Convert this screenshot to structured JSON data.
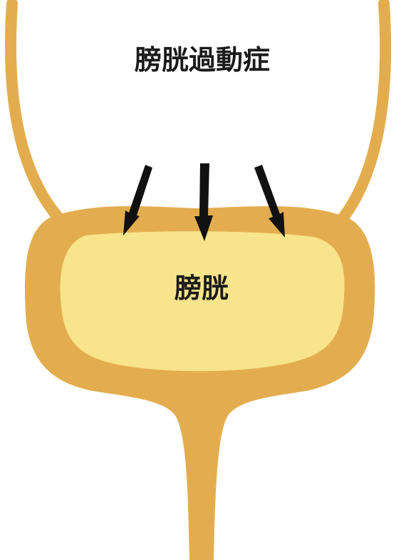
{
  "title": "膀胱過動症",
  "organ_label": "膀胱",
  "colors": {
    "wall": "#E3AD4F",
    "interior": "#F8E48A",
    "arrow": "#111111",
    "text": "#1B1B1B",
    "background": "#FFFFFF"
  },
  "icons": [
    "bladder-illustration",
    "pressure-arrow"
  ]
}
